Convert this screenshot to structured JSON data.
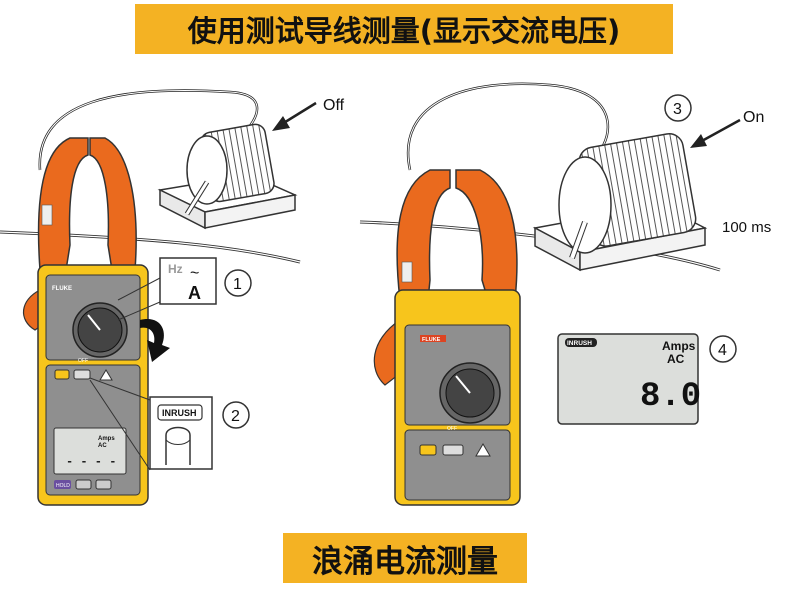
{
  "title_top": "使用测试导线测量(显示交流电压)",
  "title_bottom": "浪涌电流测量",
  "left_panel": {
    "motor_state": "Off",
    "callout_1": "1",
    "callout_2": "2",
    "dial_label_top": "Hz",
    "dial_label_bottom": "A",
    "button_label": "INRUSH",
    "meter_brand": "FLUKE",
    "meter_display_unit": "Amps",
    "meter_display_mode": "AC",
    "meter_display_value": "- - - -",
    "hold_label": "HOLD",
    "off_label": "OFF"
  },
  "right_panel": {
    "callout_3": "3",
    "motor_state": "On",
    "time_label": "100 ms",
    "callout_4": "4",
    "meter_brand": "FLUKE",
    "display_badge": "INRUSH",
    "display_unit": "Amps",
    "display_mode": "AC",
    "display_value": "8.0",
    "off_label": "OFF"
  },
  "colors": {
    "banner": "#f4b223",
    "jaw_orange": "#ea6a1e",
    "meter_yellow": "#f7c51c",
    "meter_gray": "#8f8f8f",
    "lcd": "#dcdedb"
  }
}
